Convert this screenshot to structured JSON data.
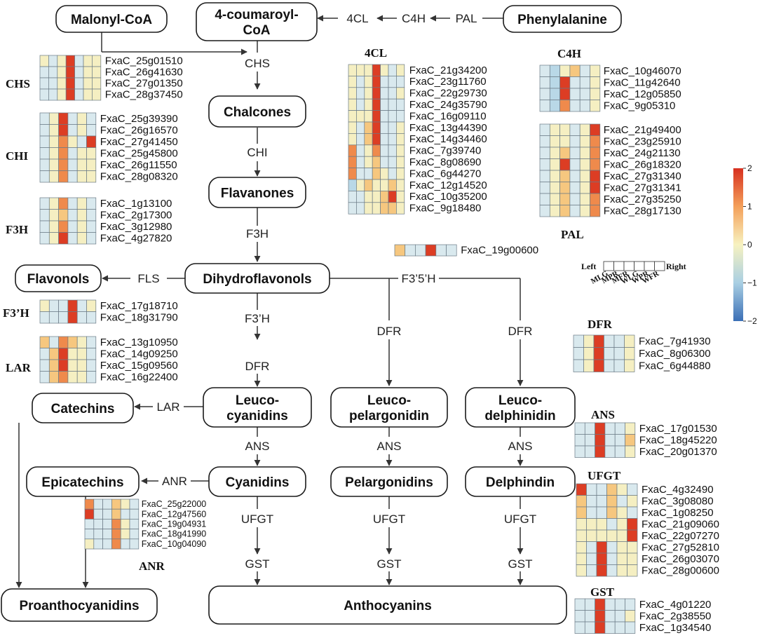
{
  "colors": {
    "neg2": "#3b6fb6",
    "neg1": "#a9cfe3",
    "zero": "#f7f2c0",
    "pos1": "#f4b36b",
    "pos2": "#d7301f",
    "palette": [
      "#b9d8e7",
      "#d9e9ee",
      "#f5efc2",
      "#f6c77f",
      "#ef8a4c",
      "#dc3d24"
    ]
  },
  "nodes": [
    {
      "id": "malonyl-coa",
      "lines": [
        "Malonyl-CoA"
      ]
    },
    {
      "id": "coumaroyl-coa",
      "lines": [
        "4-coumaroyl-",
        "CoA"
      ]
    },
    {
      "id": "phenylalanine",
      "lines": [
        "Phenylalanine"
      ]
    },
    {
      "id": "chalcones",
      "lines": [
        "Chalcones"
      ]
    },
    {
      "id": "flavanones",
      "lines": [
        "Flavanones"
      ]
    },
    {
      "id": "dihydroflavonols",
      "lines": [
        "Dihydroflavonols"
      ]
    },
    {
      "id": "flavonols",
      "lines": [
        "Flavonols"
      ]
    },
    {
      "id": "leucocyanidins",
      "lines": [
        "Leuco-",
        "cyanidins"
      ]
    },
    {
      "id": "leucopelargonidin",
      "lines": [
        "Leuco-",
        "pelargonidin"
      ]
    },
    {
      "id": "leucodelphinidin",
      "lines": [
        "Leuco-",
        "delphinidin"
      ]
    },
    {
      "id": "catechins",
      "lines": [
        "Catechins"
      ]
    },
    {
      "id": "epicatechins",
      "lines": [
        "Epicatechins"
      ]
    },
    {
      "id": "cyanidins",
      "lines": [
        "Cyanidins"
      ]
    },
    {
      "id": "pelargonidins",
      "lines": [
        "Pelargonidins"
      ]
    },
    {
      "id": "delphindin",
      "lines": [
        "Delphindin"
      ]
    },
    {
      "id": "proanthocyanidins",
      "lines": [
        "Proanthocyanidins"
      ]
    },
    {
      "id": "anthocyanins",
      "lines": [
        "Anthocyanins"
      ]
    }
  ],
  "enzyme_labels": [
    {
      "id": "4cl",
      "text": "4CL"
    },
    {
      "id": "c4h",
      "text": "C4H"
    },
    {
      "id": "pal",
      "text": "PAL"
    },
    {
      "id": "chs",
      "text": "CHS"
    },
    {
      "id": "chi",
      "text": "CHI"
    },
    {
      "id": "f3h",
      "text": "F3H"
    },
    {
      "id": "fls",
      "text": "FLS"
    },
    {
      "id": "f3prime5primeh",
      "text": "F3’5’H"
    },
    {
      "id": "f3primeh",
      "text": "F3’H"
    },
    {
      "id": "dfr-c",
      "text": "DFR"
    },
    {
      "id": "dfr-p",
      "text": "DFR"
    },
    {
      "id": "dfr-d",
      "text": "DFR"
    },
    {
      "id": "lar",
      "text": "LAR"
    },
    {
      "id": "ans-c",
      "text": "ANS"
    },
    {
      "id": "ans-p",
      "text": "ANS"
    },
    {
      "id": "ans-d",
      "text": "ANS"
    },
    {
      "id": "anr",
      "text": "ANR"
    },
    {
      "id": "ufgt-c",
      "text": "UFGT"
    },
    {
      "id": "ufgt-p",
      "text": "UFGT"
    },
    {
      "id": "ufgt-d",
      "text": "UFGT"
    },
    {
      "id": "gst-c",
      "text": "GST"
    },
    {
      "id": "gst-p",
      "text": "GST"
    },
    {
      "id": "gst-d",
      "text": "GST"
    }
  ],
  "heatmaps": [
    {
      "id": "chs",
      "title": "CHS",
      "genes": [
        "FxaC_25g01510",
        "FxaC_26g41630",
        "FxaC_27g01350",
        "FxaC_28g37450"
      ],
      "values": [
        [
          2,
          1,
          2,
          5,
          1,
          2,
          2
        ],
        [
          1,
          1,
          2,
          5,
          1,
          2,
          2
        ],
        [
          1,
          1,
          2,
          5,
          1,
          2,
          2
        ],
        [
          1,
          1,
          2,
          5,
          1,
          2,
          2
        ]
      ]
    },
    {
      "id": "chi",
      "title": "CHI",
      "genes": [
        "FxaC_25g39390",
        "FxaC_26g16570",
        "FxaC_27g41450",
        "FxaC_25g45800",
        "FxaC_26g11550",
        "FxaC_28g08320"
      ],
      "values": [
        [
          1,
          2,
          5,
          1,
          2,
          1
        ],
        [
          1,
          2,
          5,
          1,
          2,
          1
        ],
        [
          1,
          2,
          4,
          2,
          1,
          5
        ],
        [
          1,
          2,
          4,
          1,
          2,
          2
        ],
        [
          1,
          2,
          4,
          1,
          2,
          2
        ],
        [
          1,
          2,
          4,
          1,
          2,
          2
        ]
      ]
    },
    {
      "id": "f3h",
      "title": "F3H",
      "genes": [
        "FxaC_1g13100",
        "FxaC_2g17300",
        "FxaC_3g12980",
        "FxaC_4g27820"
      ],
      "values": [
        [
          1,
          2,
          4,
          1,
          2,
          1
        ],
        [
          1,
          2,
          3,
          1,
          2,
          1
        ],
        [
          1,
          2,
          4,
          1,
          2,
          1
        ],
        [
          1,
          2,
          5,
          1,
          2,
          1
        ]
      ]
    },
    {
      "id": "f3primeh",
      "title": "F3’H",
      "genes": [
        "FxaC_17g18710",
        "FxaC_18g31790"
      ],
      "values": [
        [
          2,
          1,
          1,
          5,
          1,
          2
        ],
        [
          1,
          1,
          1,
          5,
          1,
          1
        ]
      ]
    },
    {
      "id": "lar",
      "title": "LAR",
      "genes": [
        "FxaC_13g10950",
        "FxaC_14g09250",
        "FxaC_15g09560",
        "FxaC_16g22400"
      ],
      "values": [
        [
          3,
          1,
          4,
          3,
          2,
          1
        ],
        [
          1,
          3,
          5,
          2,
          2,
          1
        ],
        [
          1,
          3,
          5,
          2,
          2,
          1
        ],
        [
          1,
          3,
          4,
          2,
          2,
          1
        ]
      ]
    },
    {
      "id": "anr",
      "title": "ANR",
      "genes": [
        "FxaC_25g22000",
        "FxaC_12g47560",
        "FxaC_19g04931",
        "FxaC_18g41990",
        "FxaC_10g04090"
      ],
      "values": [
        [
          4,
          1,
          1,
          3,
          2,
          1
        ],
        [
          5,
          1,
          1,
          3,
          1,
          1
        ],
        [
          1,
          1,
          1,
          4,
          2,
          1
        ],
        [
          1,
          1,
          1,
          4,
          2,
          1
        ],
        [
          2,
          1,
          1,
          4,
          1,
          1
        ]
      ]
    },
    {
      "id": "4cl",
      "title": "4CL",
      "genes": [
        "FxaC_21g34200",
        "FxaC_23g11760",
        "FxaC_22g29730",
        "FxaC_24g35790",
        "FxaC_16g09110",
        "FxaC_13g44390",
        "FxaC_14g34460",
        "FxaC_7g39740",
        "FxaC_8g08690",
        "FxaC_6g44270",
        "FxaC_12g14520",
        "FxaC_10g35200",
        "FxaC_9g18480"
      ],
      "values": [
        [
          2,
          2,
          2,
          5,
          2,
          1,
          2
        ],
        [
          2,
          1,
          2,
          5,
          1,
          1,
          1
        ],
        [
          2,
          1,
          2,
          5,
          1,
          1,
          2
        ],
        [
          2,
          1,
          2,
          5,
          1,
          1,
          1
        ],
        [
          2,
          2,
          2,
          5,
          1,
          1,
          1
        ],
        [
          2,
          1,
          3,
          5,
          1,
          1,
          2
        ],
        [
          2,
          1,
          3,
          5,
          1,
          1,
          2
        ],
        [
          4,
          1,
          2,
          4,
          1,
          1,
          2
        ],
        [
          4,
          1,
          2,
          3,
          1,
          1,
          2
        ],
        [
          4,
          1,
          1,
          3,
          2,
          1,
          2
        ],
        [
          0,
          2,
          3,
          2,
          2,
          3,
          2
        ],
        [
          1,
          1,
          2,
          2,
          3,
          5,
          2
        ],
        [
          1,
          1,
          2,
          2,
          3,
          3,
          2
        ]
      ]
    },
    {
      "id": "c4h",
      "title": "C4H",
      "genes": [
        "FxaC_10g46070",
        "FxaC_11g42640",
        "FxaC_12g05850",
        "FxaC_9g05310"
      ],
      "values": [
        [
          1,
          0,
          2,
          3,
          1,
          2
        ],
        [
          1,
          0,
          5,
          1,
          1,
          2
        ],
        [
          1,
          0,
          5,
          1,
          1,
          2
        ],
        [
          1,
          0,
          4,
          1,
          1,
          2
        ]
      ]
    },
    {
      "id": "pal",
      "title": "PAL",
      "genes": [
        "FxaC_21g49400",
        "FxaC_23g25910",
        "FxaC_24g21130",
        "FxaC_26g18320",
        "FxaC_27g31340",
        "FxaC_27g31341",
        "FxaC_27g35250",
        "FxaC_28g17130"
      ],
      "values": [
        [
          1,
          2,
          2,
          1,
          2,
          5
        ],
        [
          1,
          2,
          2,
          1,
          2,
          4
        ],
        [
          1,
          2,
          3,
          1,
          2,
          4
        ],
        [
          1,
          2,
          5,
          1,
          2,
          4
        ],
        [
          1,
          2,
          3,
          1,
          2,
          5
        ],
        [
          1,
          2,
          3,
          1,
          2,
          5
        ],
        [
          1,
          2,
          3,
          1,
          2,
          4
        ],
        [
          1,
          2,
          3,
          1,
          2,
          4
        ]
      ]
    },
    {
      "id": "single",
      "title": "",
      "genes": [
        "FxaC_19g00600"
      ],
      "values": [
        [
          3,
          1,
          1,
          5,
          1,
          1
        ]
      ]
    },
    {
      "id": "dfr",
      "title": "DFR",
      "genes": [
        "FxaC_7g41930",
        "FxaC_8g06300",
        "FxaC_6g44880"
      ],
      "values": [
        [
          1,
          2,
          5,
          1,
          1,
          2
        ],
        [
          1,
          2,
          5,
          1,
          1,
          2
        ],
        [
          1,
          2,
          5,
          1,
          1,
          2
        ]
      ]
    },
    {
      "id": "ans",
      "title": "ANS",
      "genes": [
        "FxaC_17g01530",
        "FxaC_18g45220",
        "FxaC_20g01370"
      ],
      "values": [
        [
          1,
          1,
          5,
          1,
          1,
          2
        ],
        [
          1,
          1,
          5,
          1,
          1,
          3
        ],
        [
          1,
          1,
          5,
          1,
          1,
          2
        ]
      ]
    },
    {
      "id": "ufgt",
      "title": "UFGT",
      "genes": [
        "FxaC_4g32490",
        "FxaC_3g08080",
        "FxaC_1g08250",
        "FxaC_21g09060",
        "FxaC_22g07270",
        "FxaC_27g52810",
        "FxaC_26g03070",
        "FxaC_28g00600"
      ],
      "values": [
        [
          5,
          1,
          1,
          3,
          2,
          1
        ],
        [
          3,
          1,
          1,
          3,
          1,
          2
        ],
        [
          3,
          1,
          1,
          3,
          2,
          1
        ],
        [
          2,
          2,
          2,
          1,
          2,
          5
        ],
        [
          2,
          2,
          2,
          2,
          2,
          5
        ],
        [
          2,
          1,
          5,
          1,
          2,
          2
        ],
        [
          2,
          1,
          5,
          1,
          2,
          2
        ],
        [
          2,
          1,
          5,
          1,
          2,
          2
        ]
      ]
    },
    {
      "id": "gst",
      "title": "GST",
      "genes": [
        "FxaC_4g01220",
        "FxaC_2g38550",
        "FxaC_1g34540"
      ],
      "values": [
        [
          1,
          1,
          5,
          1,
          1,
          1
        ],
        [
          1,
          1,
          5,
          1,
          1,
          2
        ],
        [
          1,
          1,
          5,
          1,
          1,
          1
        ]
      ]
    }
  ],
  "legend": {
    "ticks": [
      "2",
      "1",
      "0",
      "−1",
      "−2"
    ],
    "scale_values": [
      2,
      1,
      0,
      -1,
      -2
    ],
    "left_label": "Left",
    "right_label": "Right",
    "samples": [
      "MLG",
      "MPR",
      "MFR",
      "WLG",
      "WPR",
      "WFR"
    ]
  }
}
